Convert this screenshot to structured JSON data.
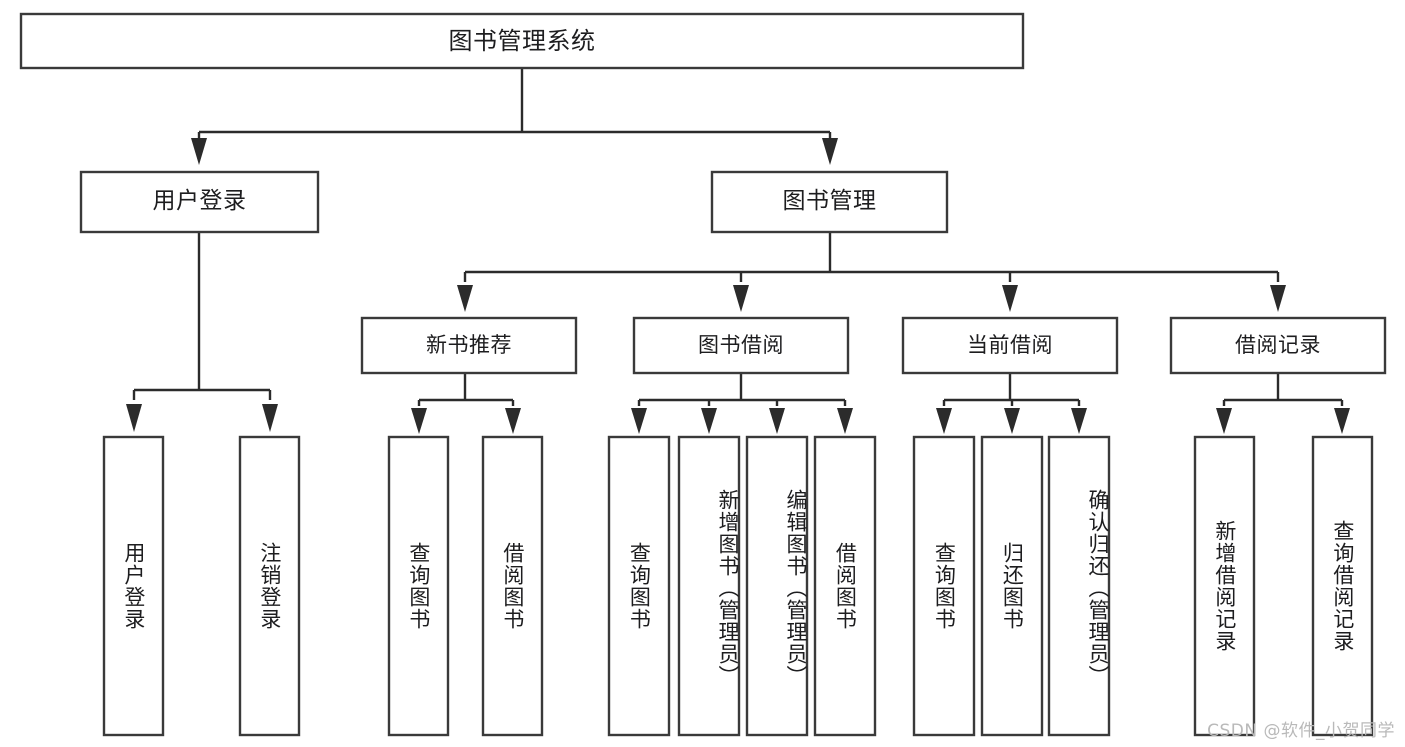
{
  "diagram": {
    "type": "hierarchy-tree",
    "title": "图书管理系统",
    "watermark": "CSDN @软件_小贺同学",
    "colors": {
      "box_stroke": "#3a3a3a",
      "connector": "#2b2b2b",
      "box_fill": "#ffffff",
      "text": "#1d1d1f",
      "watermark": "#b9b9b9",
      "background": "#ffffff"
    },
    "root": {
      "id": "root",
      "label": "图书管理系统",
      "orientation": "horizontal"
    },
    "level2": [
      {
        "id": "user-login",
        "label": "用户登录",
        "orientation": "horizontal"
      },
      {
        "id": "book-manage",
        "label": "图书管理",
        "orientation": "horizontal"
      }
    ],
    "level3": [
      {
        "id": "new-book-recommend",
        "label": "新书推荐",
        "orientation": "horizontal",
        "parent": "book-manage"
      },
      {
        "id": "book-borrow",
        "label": "图书借阅",
        "orientation": "horizontal",
        "parent": "book-manage"
      },
      {
        "id": "current-borrow",
        "label": "当前借阅",
        "orientation": "horizontal",
        "parent": "book-manage"
      },
      {
        "id": "borrow-record",
        "label": "借阅记录",
        "orientation": "horizontal",
        "parent": "book-manage"
      }
    ],
    "leaves": {
      "user_login": [
        {
          "id": "leaf-user-login",
          "label": "用户登录",
          "align": "center"
        },
        {
          "id": "leaf-logout-login",
          "label": "注销登录",
          "align": "center"
        }
      ],
      "new_book_recommend": [
        {
          "id": "leaf-query-book-1",
          "label": "查询图书",
          "align": "center"
        },
        {
          "id": "leaf-borrow-book-1",
          "label": "借阅图书",
          "align": "center"
        }
      ],
      "book_borrow": [
        {
          "id": "leaf-query-book-2",
          "label": "查询图书",
          "align": "center"
        },
        {
          "id": "leaf-add-book-admin",
          "label": "新增图书（管理员）",
          "align": "top"
        },
        {
          "id": "leaf-edit-book-admin",
          "label": "编辑图书（管理员）",
          "align": "top"
        },
        {
          "id": "leaf-borrow-book-2",
          "label": "借阅图书",
          "align": "center"
        }
      ],
      "current_borrow": [
        {
          "id": "leaf-query-book-3",
          "label": "查询图书",
          "align": "center"
        },
        {
          "id": "leaf-return-book",
          "label": "归还图书",
          "align": "center"
        },
        {
          "id": "leaf-confirm-return-admin",
          "label": "确认归还（管理员）",
          "align": "top"
        }
      ],
      "borrow_record": [
        {
          "id": "leaf-add-borrow-record",
          "label": "新增借阅记录",
          "align": "center"
        },
        {
          "id": "leaf-query-borrow-record",
          "label": "查询借阅记录",
          "align": "center"
        }
      ]
    }
  }
}
